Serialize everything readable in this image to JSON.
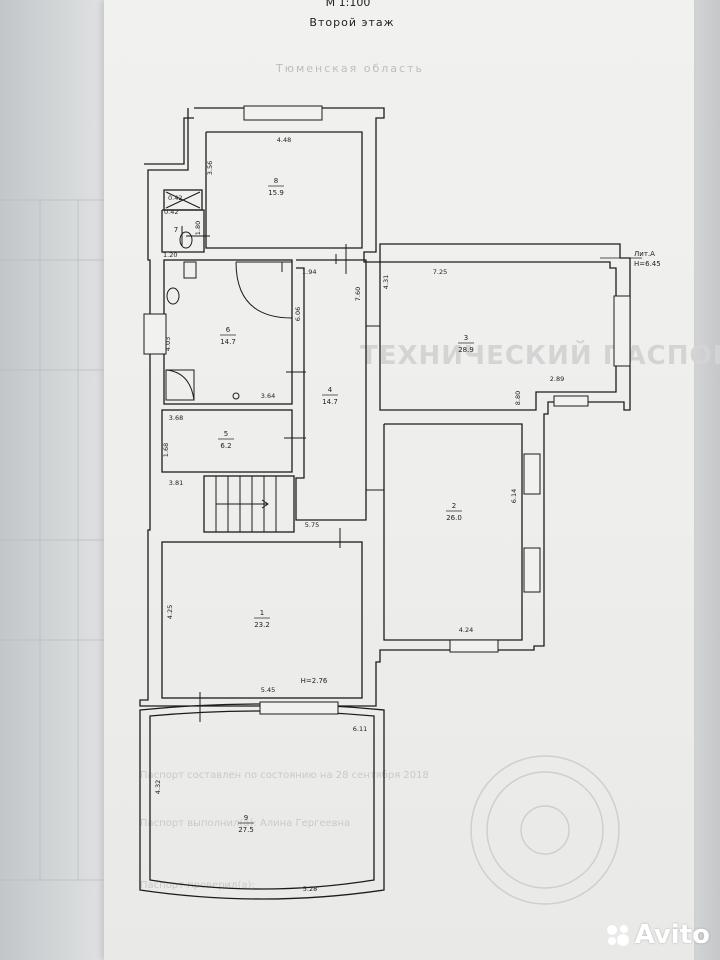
{
  "header": {
    "scale": "М 1:100",
    "floor_title": "Второй этаж",
    "faded_region": "Тюменская область"
  },
  "stamp_text": "ТЕХНИЧЕСКИЙ ПАСПОРТ",
  "building": {
    "lit": "Лит.А",
    "height": "H=6.45"
  },
  "rooms": [
    {
      "num": "1",
      "area": "23.2"
    },
    {
      "num": "2",
      "area": "26.0"
    },
    {
      "num": "3",
      "area": "28.9"
    },
    {
      "num": "4",
      "area": "14.7"
    },
    {
      "num": "5",
      "area": "6.2"
    },
    {
      "num": "6",
      "area": "14.7"
    },
    {
      "num": "7",
      "area": ""
    },
    {
      "num": "8",
      "area": "15.9"
    },
    {
      "num": "9",
      "area": "27.5"
    }
  ],
  "room_height": "H=2.76",
  "dimensions": {
    "d448": "4.48",
    "d356": "3.56",
    "d042a": "0.42",
    "d042b": "0.42",
    "d180": "1.80",
    "d120": "1.20",
    "d194": "1.94",
    "d760": "7.60",
    "d431": "4.31",
    "d725": "7.25",
    "d606": "6.06",
    "d403": "4.03",
    "d364": "3.64",
    "d289": "2.89",
    "d880": "8.80",
    "d368": "3.68",
    "d168": "1.68",
    "d381": "3.81",
    "d575": "5.75",
    "d614": "6.14",
    "d424": "4.24",
    "d425": "4.25",
    "d545": "5.45",
    "d611": "6.11",
    "d432": "4.32",
    "d528": "5.28"
  },
  "faded_footer": {
    "line1": "Паспорт составлен по состоянию на 28 сентября 2018",
    "line2": "Паспорт выполнил(а):  Алина Гергеевна",
    "line3": "Паспорт проверил(а):"
  },
  "watermark": "Avito"
}
